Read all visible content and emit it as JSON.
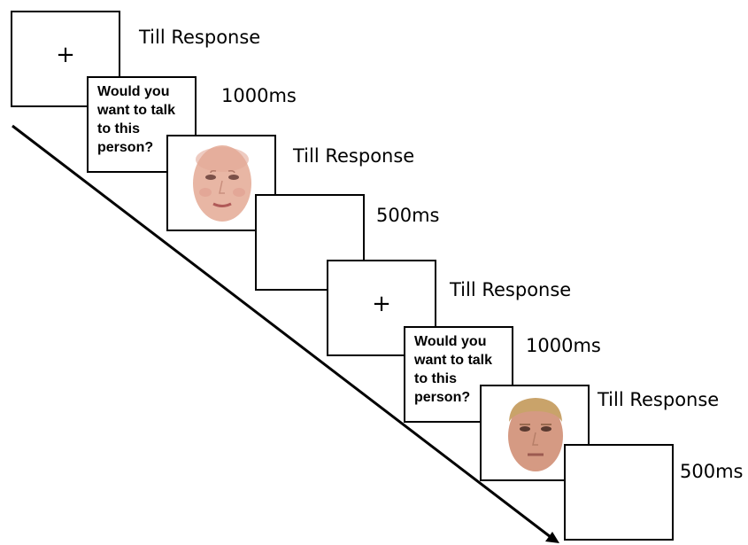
{
  "fixation_symbol": "+",
  "question_text": "Would you\nwant to talk\nto this\nperson?",
  "trials": [
    {
      "fixation_duration": "Till Response",
      "question_duration": "1000ms",
      "face_duration": "Till Response",
      "blank_duration": "500ms"
    },
    {
      "fixation_duration": "Till Response",
      "question_duration": "1000ms",
      "face_duration": "Till Response",
      "blank_duration": "500ms"
    }
  ]
}
